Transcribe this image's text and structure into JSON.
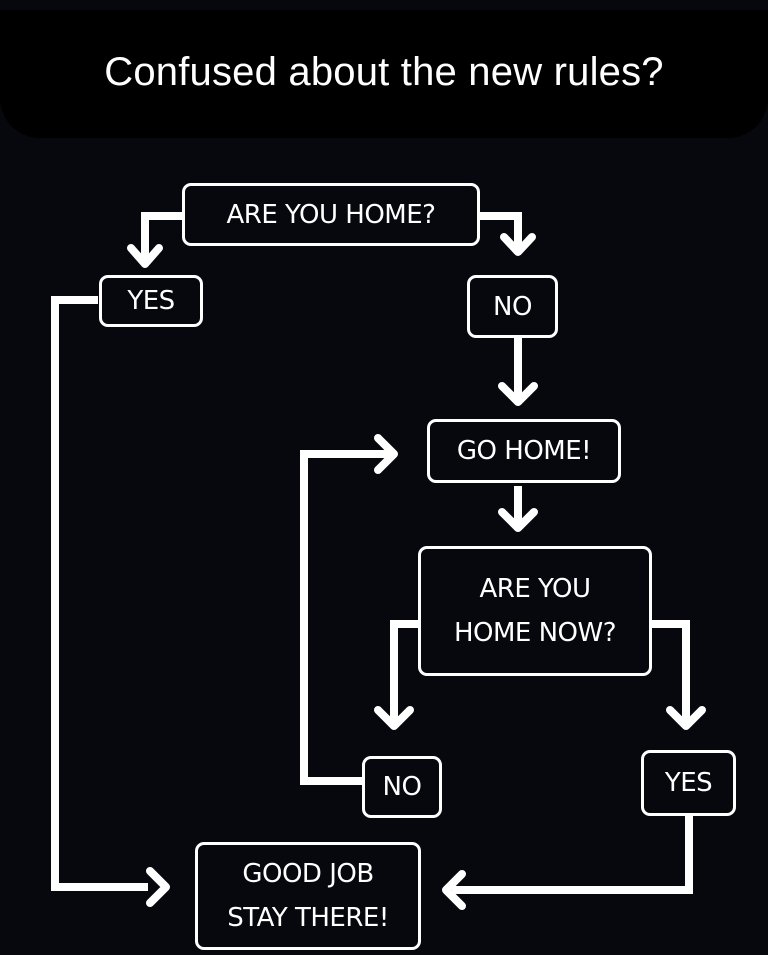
{
  "caption": "Confused about the new rules?",
  "flowchart": {
    "q_are_you_home": "ARE YOU HOME?",
    "a_yes_1": "YES",
    "a_no_1": "NO",
    "go_home": "GO HOME!",
    "q_home_now_line1": "ARE YOU",
    "q_home_now_line2": "HOME NOW?",
    "a_no_2": "NO",
    "a_yes_2": "YES",
    "good_job_line1": "GOOD JOB",
    "good_job_line2": "STAY THERE!"
  },
  "colors": {
    "background": "#06080d",
    "caption_bar": "#000000",
    "stroke": "#ffffff"
  }
}
